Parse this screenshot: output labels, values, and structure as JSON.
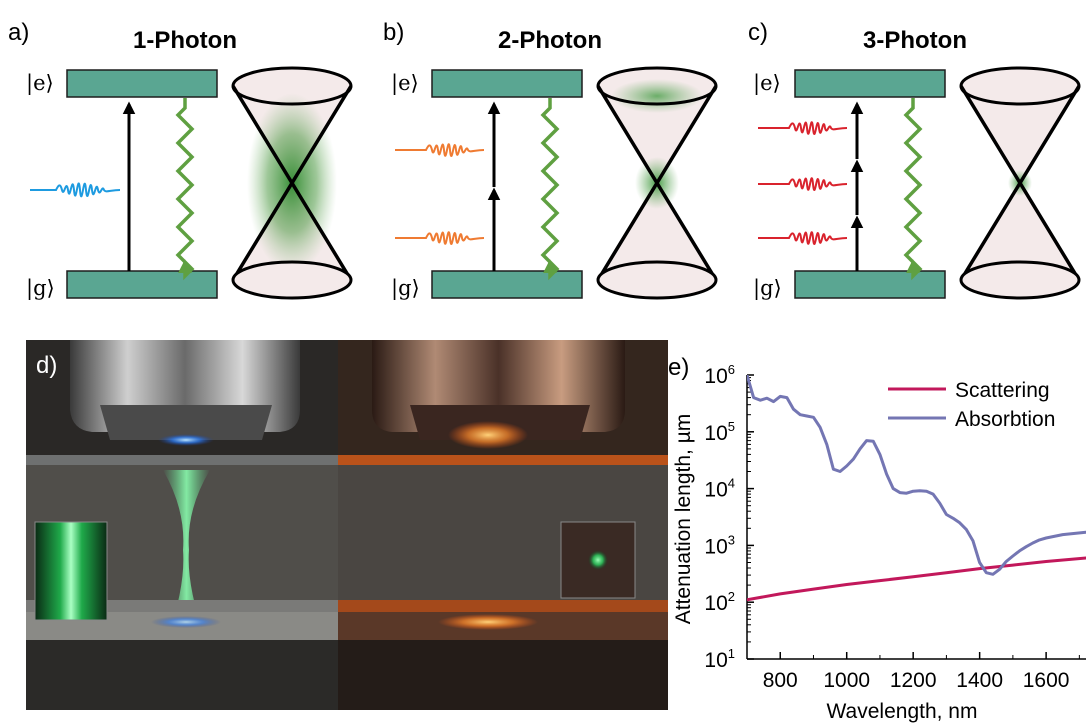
{
  "colors": {
    "level": "#5aa692",
    "blue_wave": "#1e9be0",
    "orange_wave": "#ef7b32",
    "red_wave": "#d9232d",
    "green_arrow": "#5fa041",
    "cone_fill": "#f4eaea",
    "scattering": "#c2185b",
    "absorption": "#7476b3"
  },
  "panels": [
    {
      "letter": "a)",
      "title": "1-Photon",
      "excited": "|e⟩",
      "ground": "|g⟩"
    },
    {
      "letter": "b)",
      "title": "2-Photon",
      "excited": "|e⟩",
      "ground": "|g⟩"
    },
    {
      "letter": "c)",
      "title": "3-Photon",
      "excited": "|e⟩",
      "ground": "|g⟩"
    }
  ],
  "photo": {
    "letter": "d)"
  },
  "chart_data": {
    "type": "line",
    "letter": "e)",
    "xlabel": "Wavelength, nm",
    "ylabel": "Attenuation length, µm",
    "y_scale": "log",
    "xlim": [
      700,
      1720
    ],
    "ylim": [
      10,
      1000000
    ],
    "x_ticks": [
      "800",
      "1000",
      "1200",
      "1400",
      "1600"
    ],
    "y_ticks": [
      {
        "base": "10",
        "exp": "1"
      },
      {
        "base": "10",
        "exp": "2"
      },
      {
        "base": "10",
        "exp": "3"
      },
      {
        "base": "10",
        "exp": "4"
      },
      {
        "base": "10",
        "exp": "5"
      },
      {
        "base": "10",
        "exp": "6"
      }
    ],
    "legend_position": "top-right",
    "series": [
      {
        "name": "Scattering",
        "x": [
          700,
          800,
          900,
          1000,
          1100,
          1200,
          1300,
          1400,
          1500,
          1600,
          1720
        ],
        "y": [
          110,
          140,
          170,
          205,
          240,
          280,
          330,
          390,
          450,
          520,
          600
        ]
      },
      {
        "name": "Absorbtion",
        "x": [
          700,
          720,
          740,
          760,
          780,
          800,
          820,
          840,
          860,
          880,
          900,
          920,
          940,
          960,
          980,
          1000,
          1020,
          1040,
          1060,
          1080,
          1100,
          1120,
          1140,
          1160,
          1180,
          1200,
          1220,
          1240,
          1260,
          1280,
          1300,
          1320,
          1340,
          1360,
          1380,
          1400,
          1420,
          1440,
          1460,
          1480,
          1500,
          1520,
          1540,
          1560,
          1580,
          1600,
          1650,
          1720
        ],
        "y": [
          1000000,
          400000,
          360000,
          390000,
          340000,
          420000,
          400000,
          250000,
          200000,
          190000,
          180000,
          120000,
          60000,
          22000,
          20000,
          25000,
          33000,
          50000,
          70000,
          68000,
          40000,
          18000,
          10000,
          8500,
          8300,
          9000,
          9200,
          9000,
          8000,
          5500,
          3500,
          3000,
          2500,
          1900,
          1200,
          500,
          330,
          310,
          380,
          520,
          650,
          800,
          950,
          1100,
          1250,
          1350,
          1550,
          1700
        ]
      }
    ]
  }
}
